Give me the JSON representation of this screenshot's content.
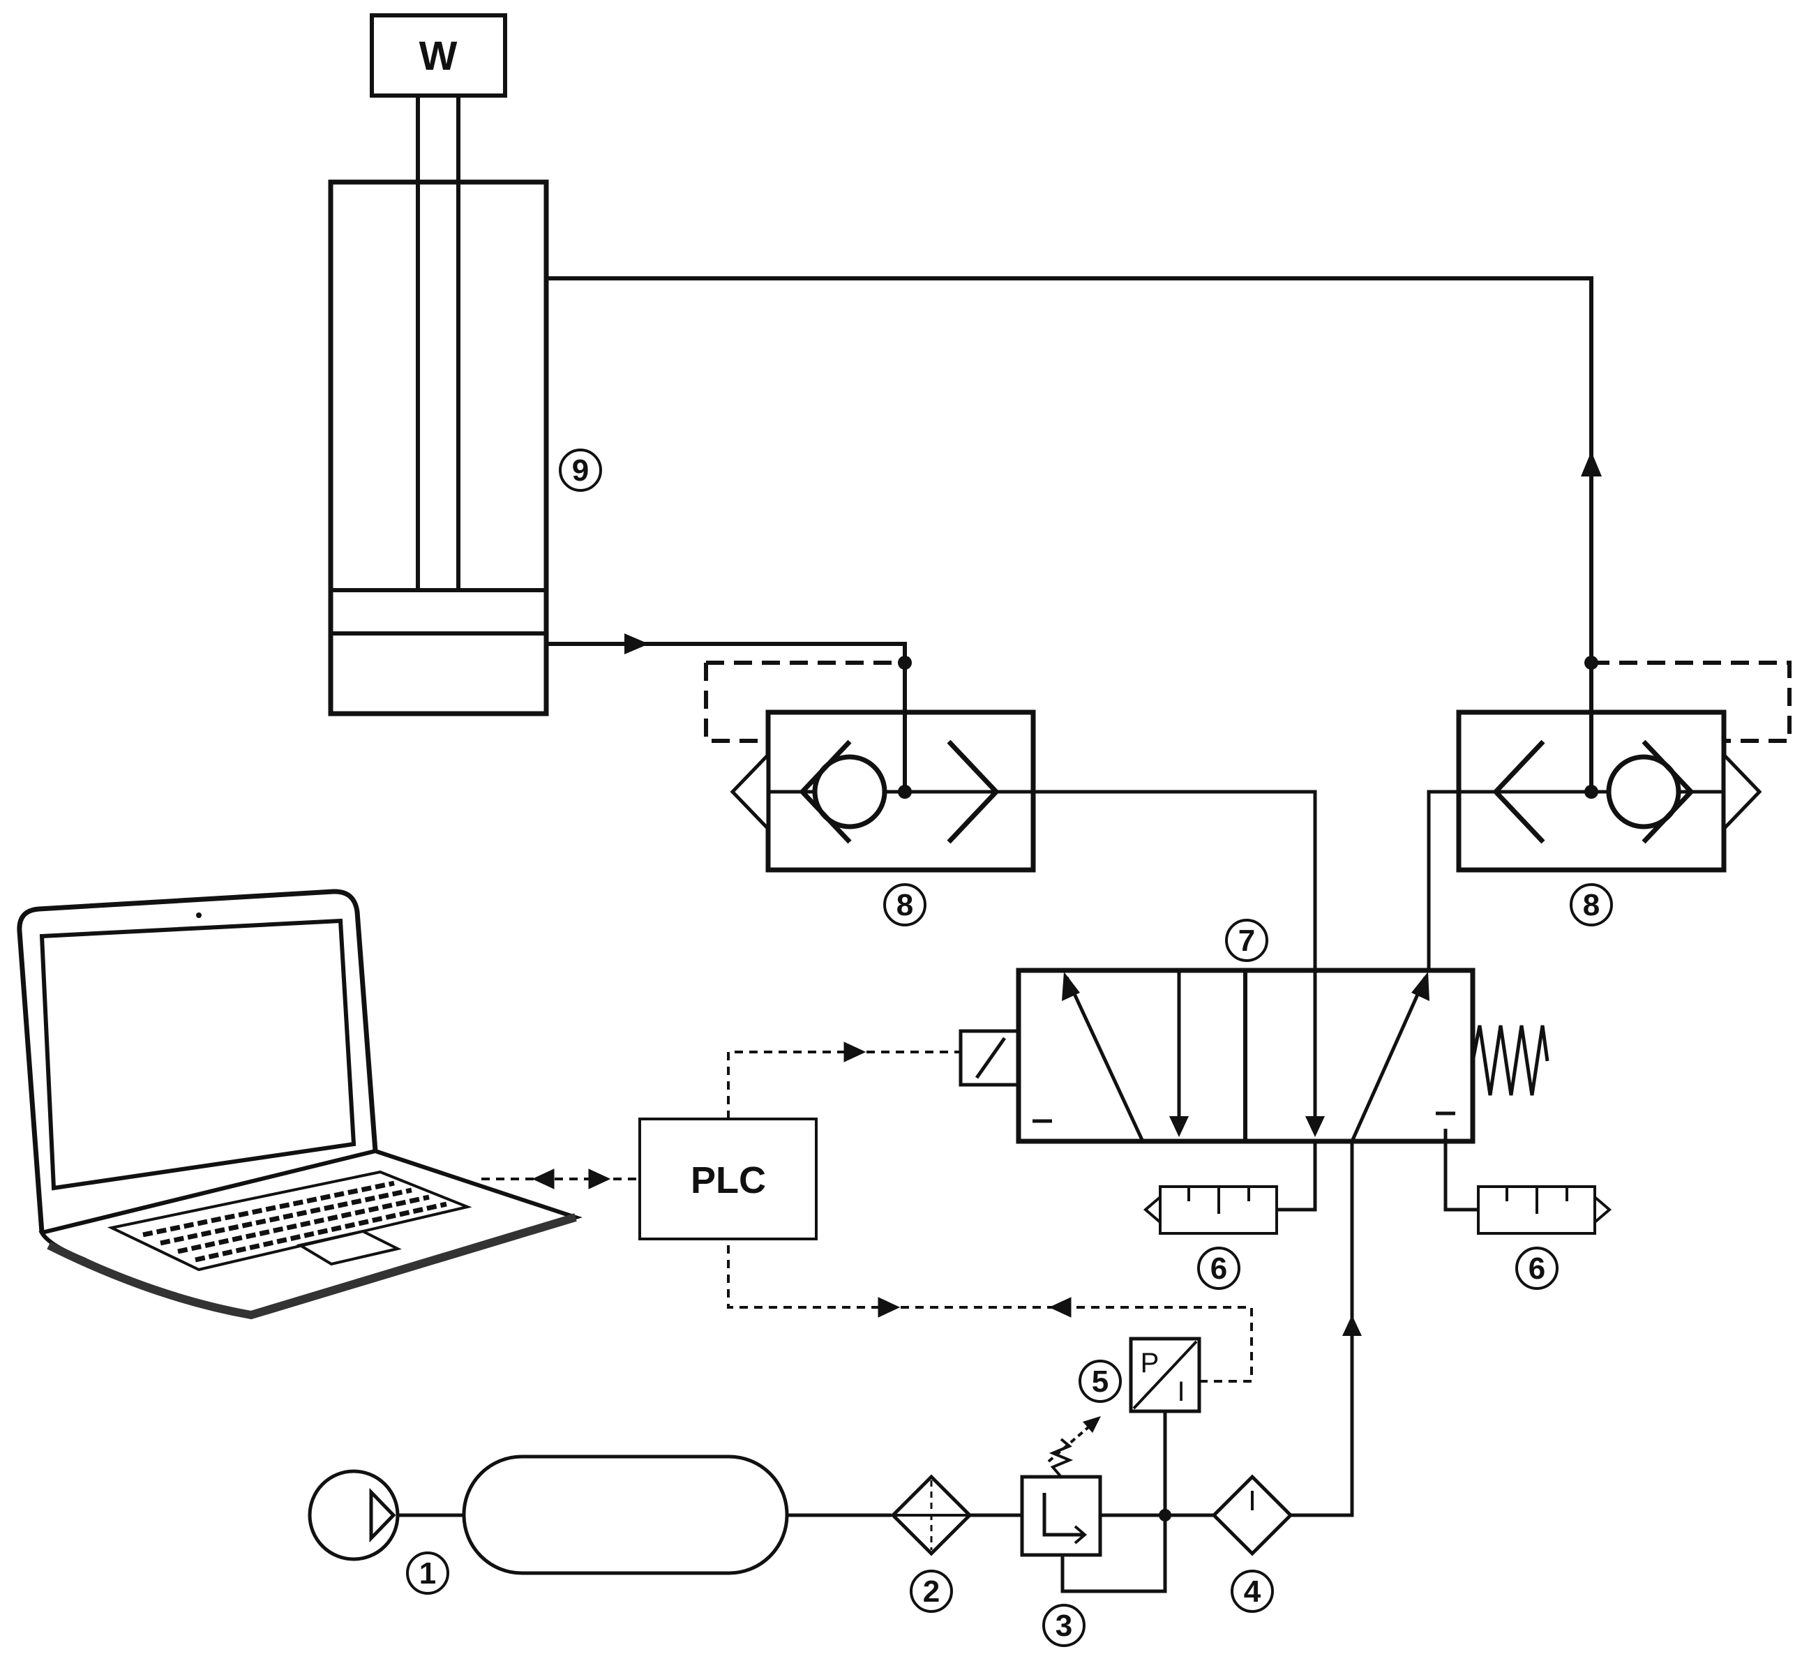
{
  "labels": {
    "weight": "W",
    "plc": "PLC",
    "num_1": "1",
    "num_2": "2",
    "num_3": "3",
    "num_4": "4",
    "num_5": "5",
    "num_6_left": "6",
    "num_6_right": "6",
    "num_7": "7",
    "num_8_left": "8",
    "num_8_right": "8",
    "num_9": "9",
    "transducer_p": "P",
    "transducer_i": "I"
  },
  "colors": {
    "line": "#111111",
    "background": "#ffffff"
  }
}
